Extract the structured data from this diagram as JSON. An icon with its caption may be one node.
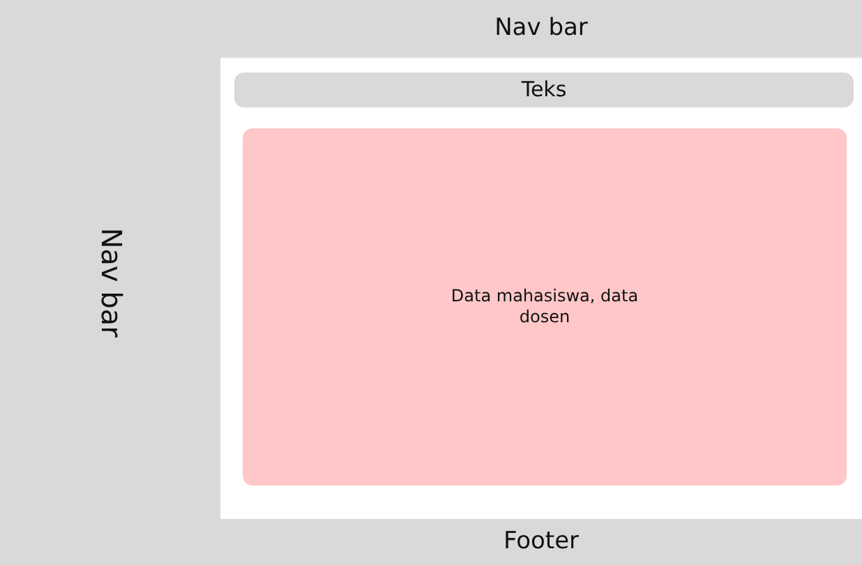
{
  "diagram": {
    "nodes": [
      {
        "text": [
          "Nav bar"
        ]
      },
      {
        "text": [
          "Nav bar"
        ]
      },
      {
        "text": [
          "Teks"
        ]
      },
      {
        "text": [
          "Data mahasiswa, data dosen"
        ]
      },
      {
        "text": [
          "Footer"
        ]
      }
    ]
  }
}
